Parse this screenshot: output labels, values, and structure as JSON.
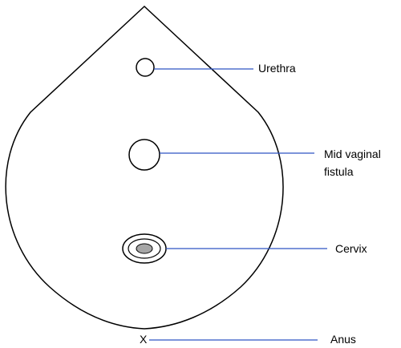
{
  "diagram": {
    "labels": {
      "urethra": "Urethra",
      "fistula_line1": "Mid vaginal",
      "fistula_line2": "fistula",
      "cervix": "Cervix",
      "anus": "Anus",
      "anus_marker": "X"
    },
    "colors": {
      "outline": "#000000",
      "leader_line": "#2f55c4",
      "cervix_os": "#a6a6a6",
      "background": "#ffffff"
    }
  }
}
